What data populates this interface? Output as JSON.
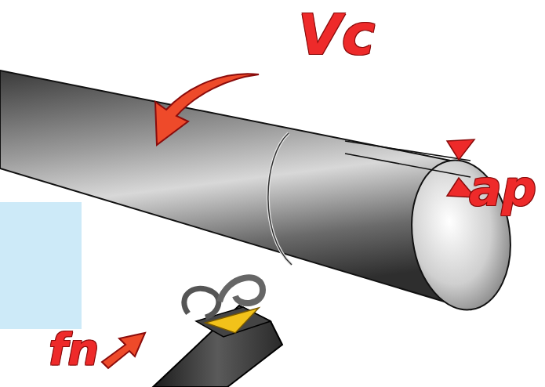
{
  "diagram": {
    "labels": [
      "Vc",
      "ap",
      "fn"
    ]
  }
}
